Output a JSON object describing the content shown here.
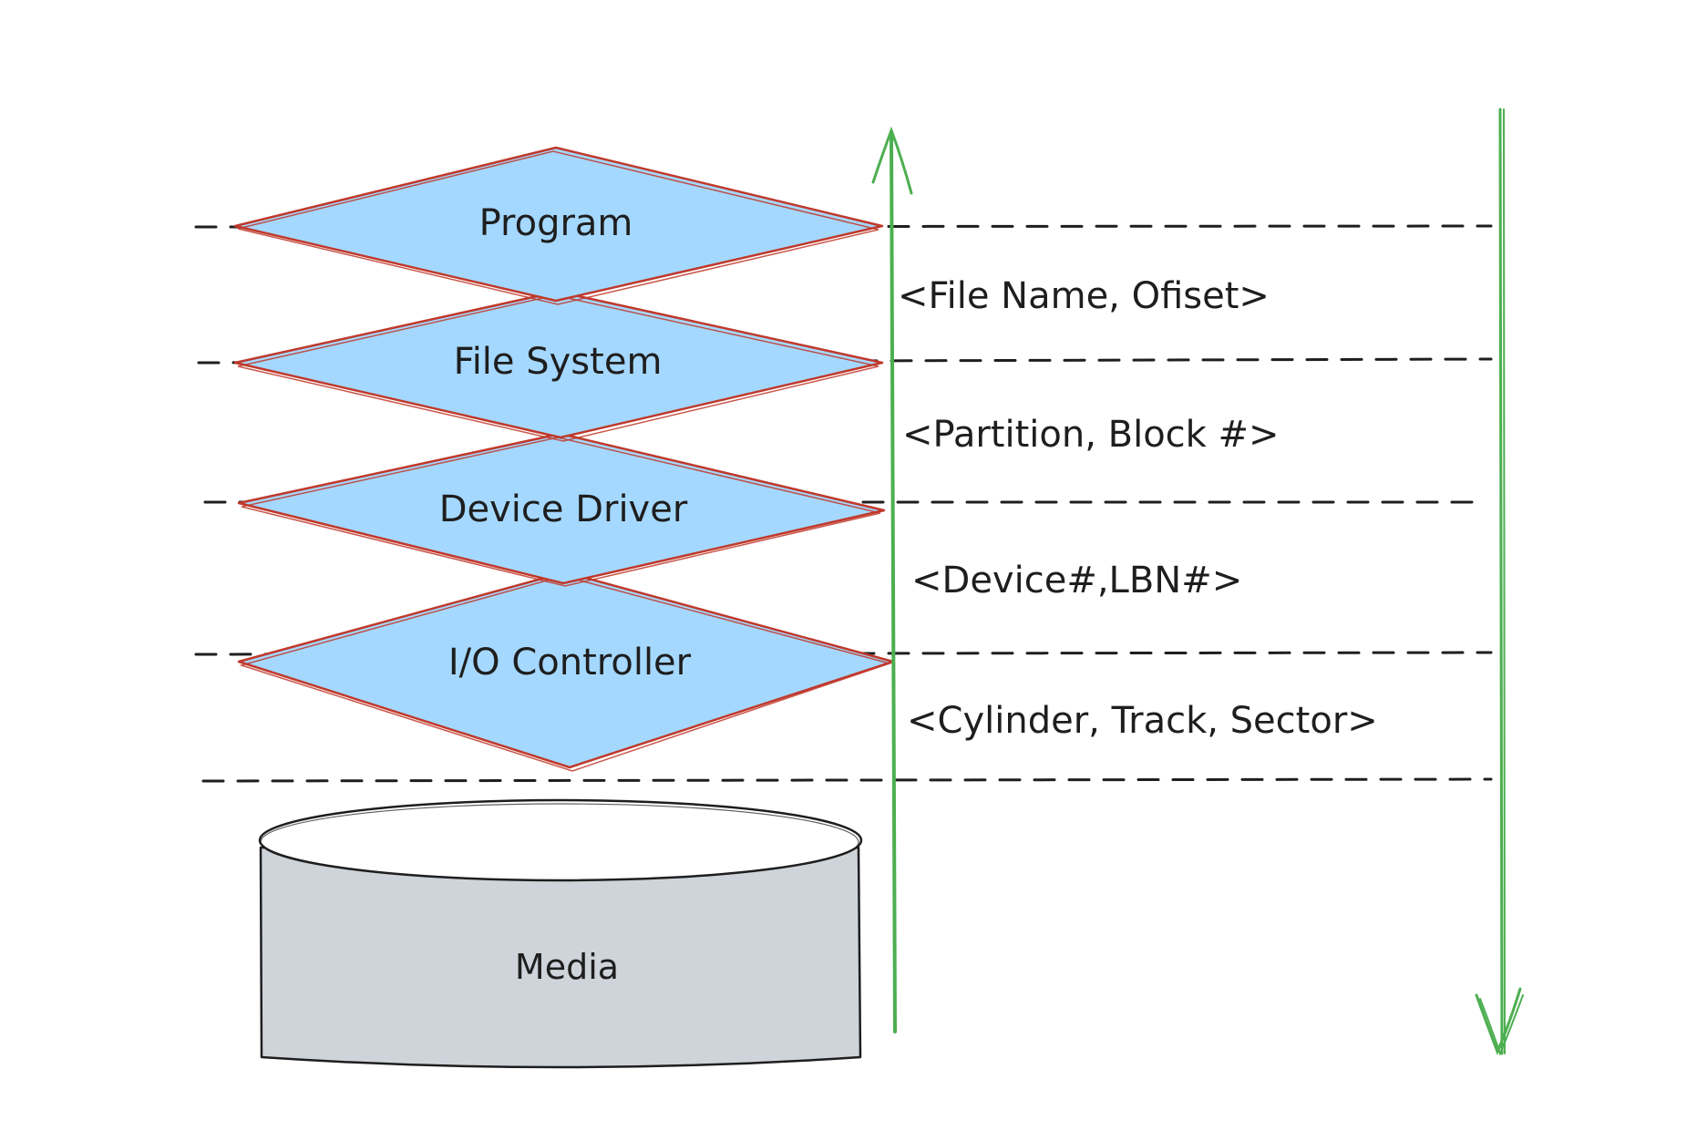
{
  "diagram": {
    "type": "layered-storage-stack",
    "layers": [
      {
        "label": "Program",
        "shape": "diamond"
      },
      {
        "label": "File System",
        "shape": "diamond"
      },
      {
        "label": "Device Driver",
        "shape": "diamond"
      },
      {
        "label": "I/O Controller",
        "shape": "diamond"
      }
    ],
    "media": {
      "label": "Media",
      "shape": "cylinder"
    },
    "addresses": [
      {
        "label": "<File Name, Ofiset>",
        "between": [
          "Program",
          "File System"
        ]
      },
      {
        "label": "<Partition, Block #>",
        "between": [
          "File System",
          "Device Driver"
        ]
      },
      {
        "label": "<Device#,LBN#>",
        "between": [
          "Device Driver",
          "I/O Controller"
        ]
      },
      {
        "label": "<Cylinder, Track, Sector>",
        "between": [
          "I/O Controller",
          "Media"
        ]
      }
    ],
    "arrows": [
      {
        "name": "up-arrow",
        "direction": "up"
      },
      {
        "name": "down-arrow",
        "direction": "down"
      }
    ],
    "colors": {
      "diamond_fill": "#a5d8ff",
      "diamond_stroke": "#c0392b",
      "media_fill": "#ced4da",
      "media_stroke": "#1e1e1e",
      "arrow": "#4caf50",
      "divider": "#1e1e1e",
      "text": "#1e1e1e"
    }
  }
}
